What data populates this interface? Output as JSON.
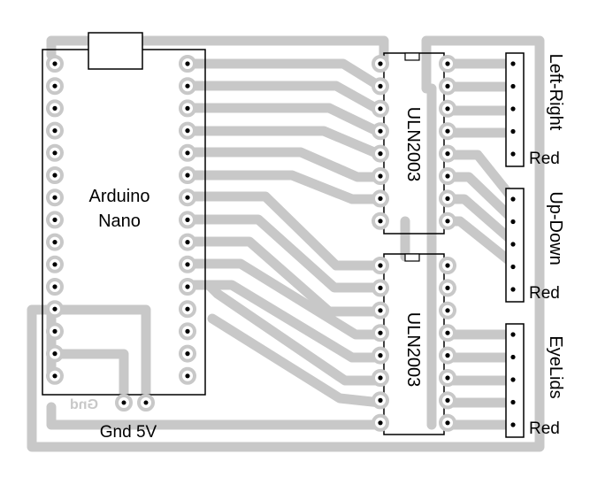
{
  "board": {
    "arduino_label_line1": "Arduino",
    "arduino_label_line2": "Nano",
    "driver_top_label": "ULN2003",
    "driver_bottom_label": "ULN2003",
    "connector_left_right_label": "Left-Right",
    "connector_up_down_label": "Up-Down",
    "connector_eyelids_label": "EyeLids",
    "red_label_1": "Red",
    "red_label_2": "Red",
    "red_label_3": "Red",
    "power_label": "Gnd 5V",
    "silk_mirrored_label": "Gnd"
  },
  "colors": {
    "trace": "#c8c8c8",
    "outline": "#000000",
    "pad_dot": "#000000",
    "background": "#ffffff"
  }
}
